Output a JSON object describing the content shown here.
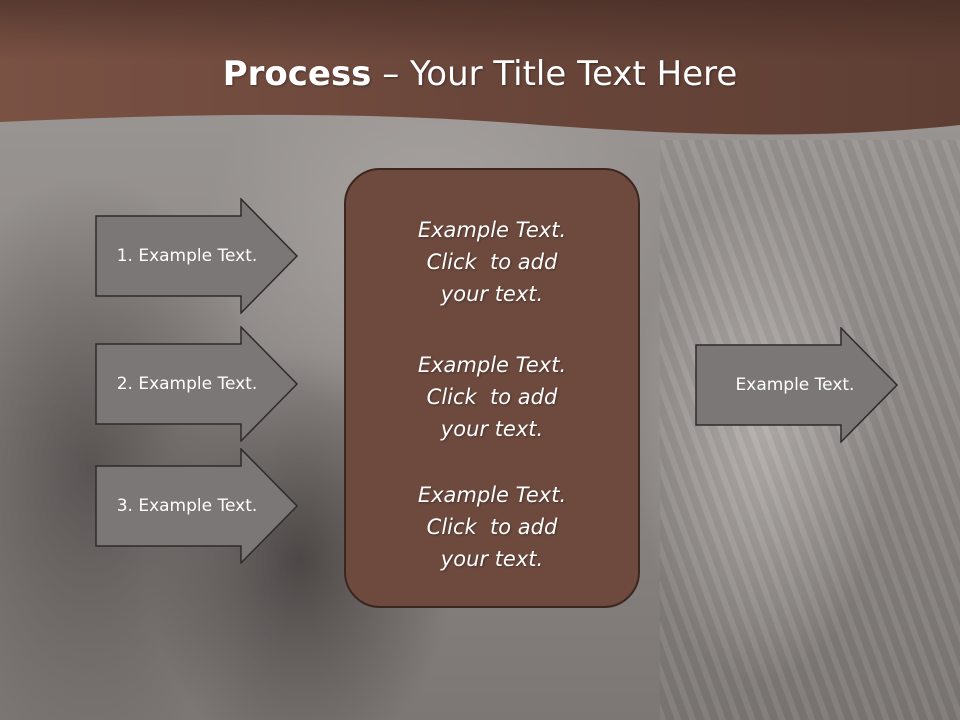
{
  "title": {
    "bold": "Process",
    "rest": " – Your Title Text Here"
  },
  "left_arrows": [
    {
      "label": "1. Example Text."
    },
    {
      "label": "2. Example Text."
    },
    {
      "label": "3. Example Text."
    }
  ],
  "center_box": {
    "paragraphs": [
      {
        "line1": "Example Text.",
        "line2": "Click  to add",
        "line3": "your text."
      },
      {
        "line1": "Example Text.",
        "line2": "Click  to add",
        "line3": "your text."
      },
      {
        "line1": "Example Text.",
        "line2": "Click  to add",
        "line3": "your text."
      }
    ]
  },
  "right_arrow": {
    "label": "Example Text."
  },
  "colors": {
    "header_brown": "#6e4a3e",
    "center_box_brown": "#6e4a3e",
    "arrow_gray": "#7a7776",
    "text": "#ffffff"
  }
}
